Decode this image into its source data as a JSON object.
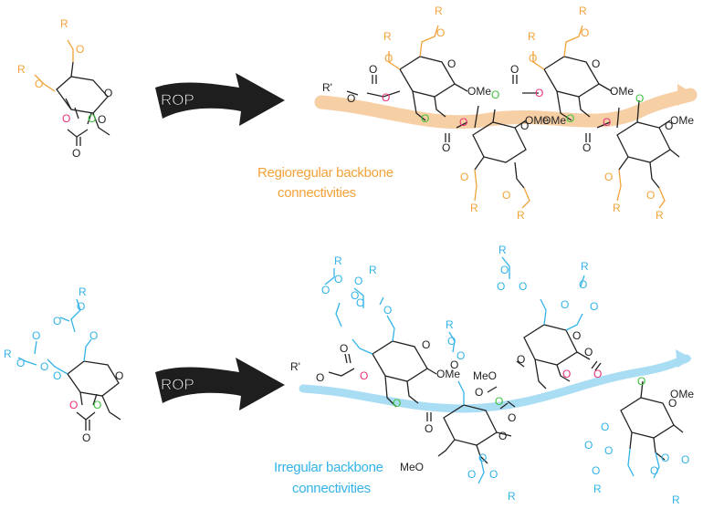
{
  "colors": {
    "bond": "#222222",
    "orange": "#f2a23a",
    "orange_band": "#f7cfa5",
    "blue": "#33b3e8",
    "blue_band": "#a9ddf4",
    "pink": "#e8307a",
    "green": "#3ec23e",
    "arrow": "#1e1e1e"
  },
  "top": {
    "arrow_label": "ROP",
    "caption_line1": "Regioregular backbone",
    "caption_line2": "connectivities"
  },
  "bottom": {
    "arrow_label": "ROP",
    "caption_line1": "Irregular backbone",
    "caption_line2": "connectivities"
  },
  "atoms": {
    "R": "R",
    "O": "O",
    "Rprime": "R'",
    "OMe": "OMe",
    "MeO": "MeO"
  }
}
